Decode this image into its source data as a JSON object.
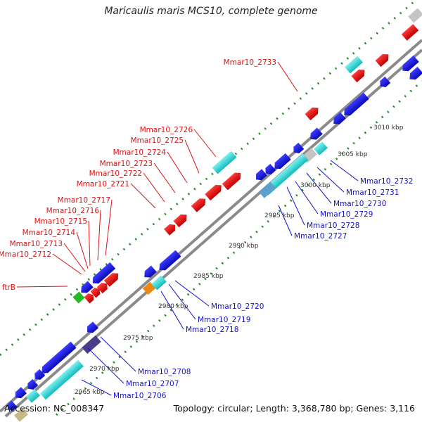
{
  "title": "Maricaulis maris MCS10, complete genome",
  "accession": "Accession: NC_008347",
  "summary": "Topology: circular; Length: 3,368,780 bp; Genes: 3,116",
  "colors": {
    "forward_label": "#dd1111",
    "reverse_label": "#1111cc",
    "backbone": "#8a8a8a",
    "tick_dots": "#228822"
  },
  "kbp_labels": [
    {
      "id": "kbp-2965",
      "text": "2965 kbp"
    },
    {
      "id": "kbp-2970",
      "text": "2970 kbp"
    },
    {
      "id": "kbp-2975",
      "text": "2975 kbp"
    },
    {
      "id": "kbp-2980",
      "text": "2980 kbp"
    },
    {
      "id": "kbp-2985",
      "text": "2985 kbp"
    },
    {
      "id": "kbp-2990",
      "text": "2990 kbp"
    },
    {
      "id": "kbp-2995",
      "text": "2995 kbp"
    },
    {
      "id": "kbp-3000",
      "text": "3000 kbp"
    },
    {
      "id": "kbp-3005",
      "text": "3005 kbp"
    },
    {
      "id": "kbp-3010",
      "text": "3010 kbp"
    }
  ],
  "forward_labels": [
    {
      "id": "fwd-2733",
      "text": "Mmar10_2733"
    },
    {
      "id": "fwd-2726",
      "text": "Mmar10_2726"
    },
    {
      "id": "fwd-2725",
      "text": "Mmar10_2725"
    },
    {
      "id": "fwd-2724",
      "text": "Mmar10_2724"
    },
    {
      "id": "fwd-2723",
      "text": "Mmar10_2723"
    },
    {
      "id": "fwd-2722",
      "text": "Mmar10_2722"
    },
    {
      "id": "fwd-2721",
      "text": "Mmar10_2721"
    },
    {
      "id": "fwd-2717",
      "text": "Mmar10_2717"
    },
    {
      "id": "fwd-2716",
      "text": "Mmar10_2716"
    },
    {
      "id": "fwd-2715",
      "text": "Mmar10_2715"
    },
    {
      "id": "fwd-2714",
      "text": "Mmar10_2714"
    },
    {
      "id": "fwd-2713",
      "text": "Mmar10_2713"
    },
    {
      "id": "fwd-2712",
      "text": "Mmar10_2712"
    },
    {
      "id": "fwd-ftrB",
      "text": "ftrB"
    }
  ],
  "reverse_labels": [
    {
      "id": "rev-2732",
      "text": "Mmar10_2732"
    },
    {
      "id": "rev-2731",
      "text": "Mmar10_2731"
    },
    {
      "id": "rev-2730",
      "text": "Mmar10_2730"
    },
    {
      "id": "rev-2729",
      "text": "Mmar10_2729"
    },
    {
      "id": "rev-2728",
      "text": "Mmar10_2728"
    },
    {
      "id": "rev-2727",
      "text": "Mmar10_2727"
    },
    {
      "id": "rev-2720",
      "text": "Mmar10_2720"
    },
    {
      "id": "rev-2719",
      "text": "Mmar10_2719"
    },
    {
      "id": "rev-2718",
      "text": "Mmar10_2718"
    },
    {
      "id": "rev-2708",
      "text": "Mmar10_2708"
    },
    {
      "id": "rev-2707",
      "text": "Mmar10_2707"
    },
    {
      "id": "rev-2706",
      "text": "Mmar10_2706"
    }
  ]
}
